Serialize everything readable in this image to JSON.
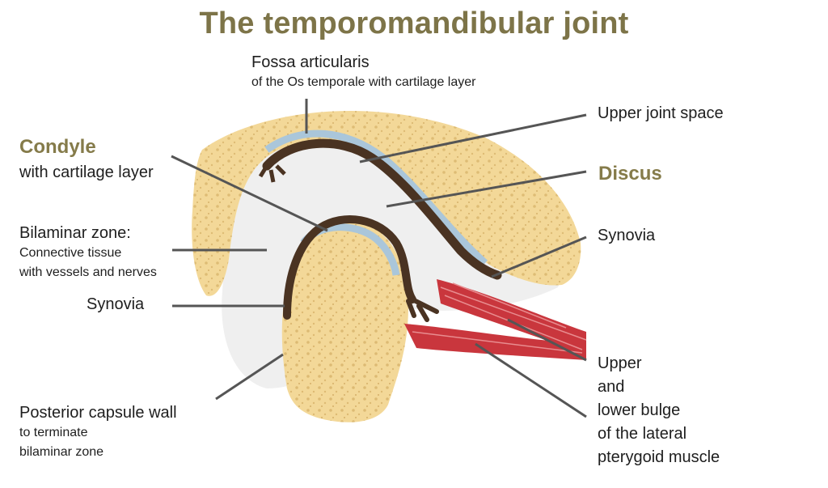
{
  "title": "The temporomandibular joint",
  "labels": {
    "fossa": {
      "main": "Fossa articularis",
      "sub": "of the Os temporale with cartilage layer"
    },
    "upper_joint_space": "Upper joint space",
    "condyle": {
      "main": "Condyle",
      "sub": "with cartilage layer"
    },
    "discus": "Discus",
    "bilaminar": {
      "main": "Bilaminar zone:",
      "sub1": "Connective tissue",
      "sub2": "with vessels and nerves"
    },
    "synovia_right": "Synovia",
    "synovia_left": "Synovia",
    "posterior": {
      "main": "Posterior capsule wall",
      "sub1": "to terminate",
      "sub2": "bilaminar zone"
    },
    "muscle": [
      "Upper",
      "and",
      "lower bulge",
      "of the lateral",
      "pterygoid muscle"
    ]
  },
  "colors": {
    "title": "#7d7448",
    "bone": "#f3d898",
    "bone_dots": "#d9b56c",
    "disc_dark": "#4a3322",
    "cartilage": "#aac6da",
    "muscle": "#c9363d",
    "leader": "#555555"
  }
}
